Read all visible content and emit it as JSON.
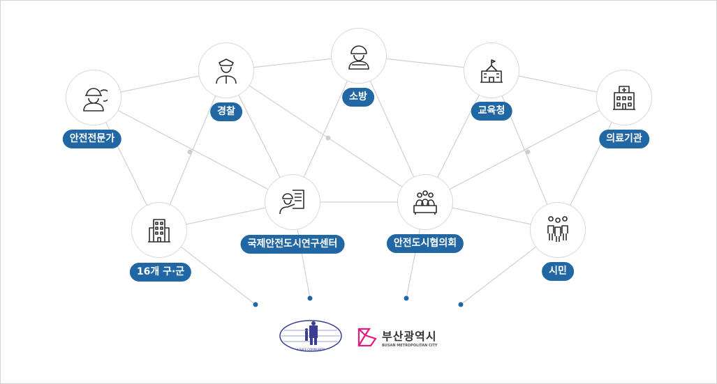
{
  "nodes": [
    {
      "id": "safety-expert",
      "label": "안전전문가",
      "icon": "worker-gear-icon"
    },
    {
      "id": "police",
      "label": "경찰",
      "icon": "police-icon"
    },
    {
      "id": "fire",
      "label": "소방",
      "icon": "firefighter-icon"
    },
    {
      "id": "education",
      "label": "교육청",
      "icon": "school-icon"
    },
    {
      "id": "medical",
      "label": "의료기관",
      "icon": "hospital-icon"
    },
    {
      "id": "districts",
      "label": "16개 구·군",
      "icon": "building-icon"
    },
    {
      "id": "research",
      "label": "국제안전도시연구센터",
      "icon": "researcher-icon"
    },
    {
      "id": "council",
      "label": "안전도시협의회",
      "icon": "council-icon"
    },
    {
      "id": "citizens",
      "label": "시민",
      "icon": "people-icon"
    }
  ],
  "logos": {
    "safe_community": "A SAFE COMMUNITY",
    "busan_ko": "부산광역시",
    "busan_en": "BUSAN METROPOLITAN CITY"
  },
  "colors": {
    "pill": "#2167a3",
    "line": "#d0d0d0",
    "busan": "#e6197d"
  }
}
